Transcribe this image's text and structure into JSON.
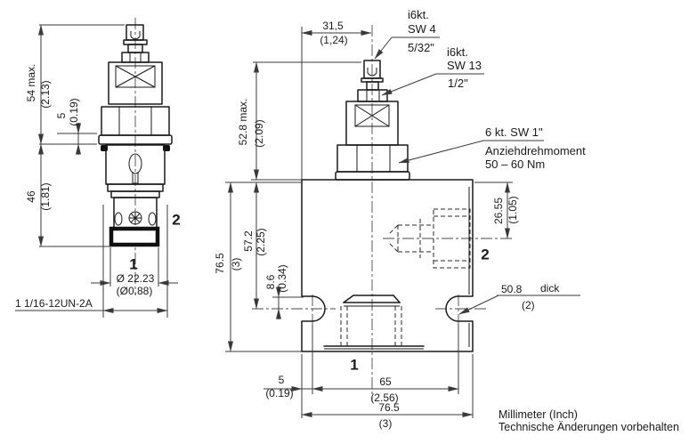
{
  "colors": {
    "line": "#1a1a1a",
    "dim": "#3a3a3a",
    "background": "#ffffff"
  },
  "footer": {
    "units": "Millimeter (Inch)",
    "note": "Technische Änderungen vorbehalten"
  },
  "cartridge_view": {
    "dim_54": {
      "mm": "54 max.",
      "inch": "(2.13)"
    },
    "dim_5": {
      "mm": "5",
      "inch": "(0.19)"
    },
    "dim_46": {
      "mm": "46",
      "inch": "(1.81)"
    },
    "dim_diameter": {
      "mm": "Ø 22.23",
      "inch": "(Ø0.88)"
    },
    "thread_spec": "1 1/16-12UN-2A",
    "port_1": "1",
    "port_2": "2"
  },
  "block_view": {
    "dim_31_5": {
      "mm": "31,5",
      "inch": "(1,24)"
    },
    "dim_52_8": {
      "mm": "52.8 max.",
      "inch": "(2.09)"
    },
    "dim_76_5_height": {
      "mm": "76.5",
      "inch": "(3)"
    },
    "dim_57_2": {
      "mm": "57.2",
      "inch": "(2.25)"
    },
    "dim_8_6": {
      "mm": "8.6",
      "inch": "(0.34)"
    },
    "dim_26_55": {
      "mm": "26.55",
      "inch": "(1.05)"
    },
    "dim_50_8": {
      "mm": "50.8",
      "word": "dick",
      "inch": "(2)"
    },
    "dim_5_offset": {
      "mm": "5",
      "inch": "(0.19)"
    },
    "dim_65": {
      "mm": "65",
      "inch": "(2.56)"
    },
    "dim_76_5_width": {
      "mm": "76.5",
      "inch": "(3)"
    },
    "label_setscrew": {
      "line1": "i6kt.",
      "line2": "SW 4",
      "inch": "5/32\""
    },
    "label_locknut": {
      "line1": "i6kt.",
      "line2": "SW 13",
      "inch": "1/2\""
    },
    "label_hex": {
      "line1": "6 kt. SW 1\"",
      "line2": "Anziehdrehmoment",
      "line3": "50 – 60 Nm"
    },
    "port_1": "1",
    "port_2": "2"
  }
}
